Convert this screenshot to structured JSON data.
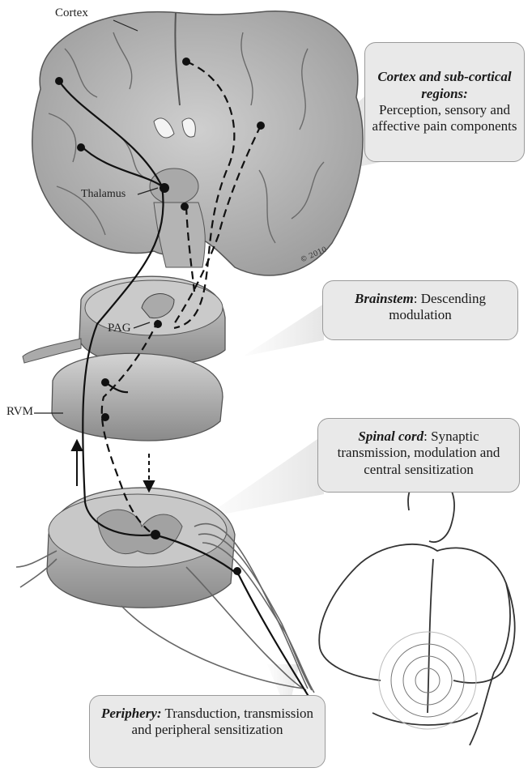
{
  "labels": {
    "cortex": "Cortex",
    "thalamus": "Thalamus",
    "pag": "PAG",
    "rvm": "RVM",
    "copyright": "© 2010"
  },
  "boxes": {
    "cortex": {
      "title": "Cortex and sub-cortical regions:",
      "text": "Perception, sensory and affective pain components"
    },
    "brainstem": {
      "title": "Brainstem",
      "text": ": Descending modulation"
    },
    "spinal": {
      "title": "Spinal cord",
      "text": ": Synaptic transmission, modulation and central sensitization"
    },
    "periphery": {
      "title": "Periphery:",
      "text": " Transduction, transmission and peripheral sensitization"
    }
  },
  "colors": {
    "tissue": "#bdbdbd",
    "tissue_dark": "#8c8c8c",
    "box_fill": "#e9e9e9",
    "line": "#111111"
  }
}
